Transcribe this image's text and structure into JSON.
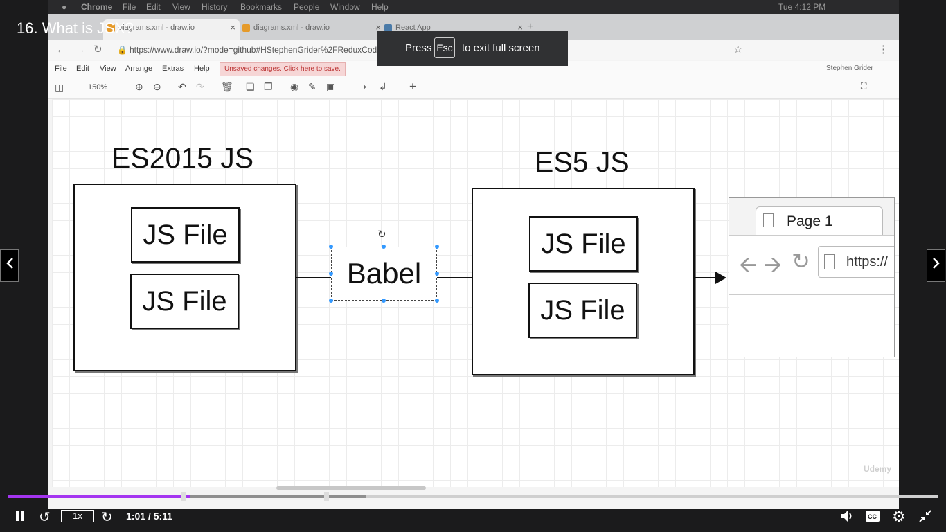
{
  "lecture": {
    "title": "16. What is JSX?"
  },
  "fullscreen_toast": {
    "press": "Press",
    "key": "Esc",
    "suffix": "to exit full screen"
  },
  "mac_menu": {
    "app": "Chrome",
    "items": [
      "File",
      "Edit",
      "View",
      "History",
      "Bookmarks",
      "People",
      "Window",
      "Help"
    ],
    "clock": "Tue 4:12 PM"
  },
  "browser_tabs": [
    {
      "label": "diagrams.xml - draw.io"
    },
    {
      "label": "diagrams.xml - draw.io"
    },
    {
      "label": "React App"
    }
  ],
  "address_bar": {
    "url": "https://www.draw.io/?mode=github#HStephenGrider%2FReduxCode%2Fdiagrams.xml"
  },
  "drawio": {
    "menus": [
      "File",
      "Edit",
      "View",
      "Arrange",
      "Extras",
      "Help"
    ],
    "unsaved": "Unsaved changes. Click here to save.",
    "user": "Stephen Grider",
    "zoom": "150%"
  },
  "diagram": {
    "left_title": "ES2015 JS",
    "right_title": "ES5 JS",
    "left_file_1": "JS File",
    "left_file_2": "JS File",
    "babel": "Babel",
    "right_file_1": "JS File",
    "right_file_2": "JS File",
    "page_tab": "Page 1",
    "url_snippet": "https://"
  },
  "watermark": "Udemy",
  "player": {
    "speed": "1x",
    "time": "1:01 / 5:11",
    "played_fraction": 0.196,
    "buffered_fraction": 0.385,
    "colors": {
      "progress": "#a435f0"
    }
  }
}
